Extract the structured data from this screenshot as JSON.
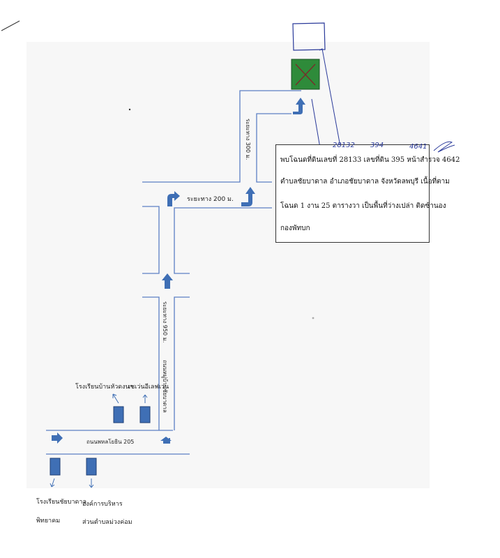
{
  "roads": {
    "main_road": "ถนนพหลโยธิน 205",
    "village_road": "ระยะทาง 950 ม.",
    "village_road_name": "ถนนหมู่บ้านชัยบาดาล",
    "segment_200": "ระยะทาง 200 ม.",
    "segment_300": "ระยะทาง 300 ม."
  },
  "landmarks": {
    "school_hat": "โรงเรียนบ้านหัวดงนา",
    "seven_eleven": "เซเว่นอีเลฟเว่น",
    "school_chaibadan_line1": "โรงเรียนชัยบาดาล",
    "school_chaibadan_line2": "พิทยาคม",
    "sao_line1": "องค์การบริหาร",
    "sao_line2": "ส่วนตำบลม่วงค่อม"
  },
  "note": {
    "line1": "พบโฉนดที่ดินเลขที่ 28133 เลขที่ดิน 395 หน้าสำรวจ 4642",
    "line2": "ตำบลชัยบาดาล อำเภอชัยบาดาล จังหวัดลพบุรี เนื้อที่ตาม",
    "line3": "โฉนด 1 งาน 25 ตารางวา เป็นพื้นที่ว่างเปล่า ติดซ้านอง",
    "line4": "กองพัทบก"
  },
  "handwritten": {
    "deed_no": "28132",
    "land_no": "394",
    "survey_no": "4641"
  },
  "colors": {
    "road": "#5b7fc4",
    "arrow": "#3f6fb5",
    "building": "#3f6fb5",
    "plot": "#2e8b3a",
    "ink": "#2a3a9a"
  }
}
